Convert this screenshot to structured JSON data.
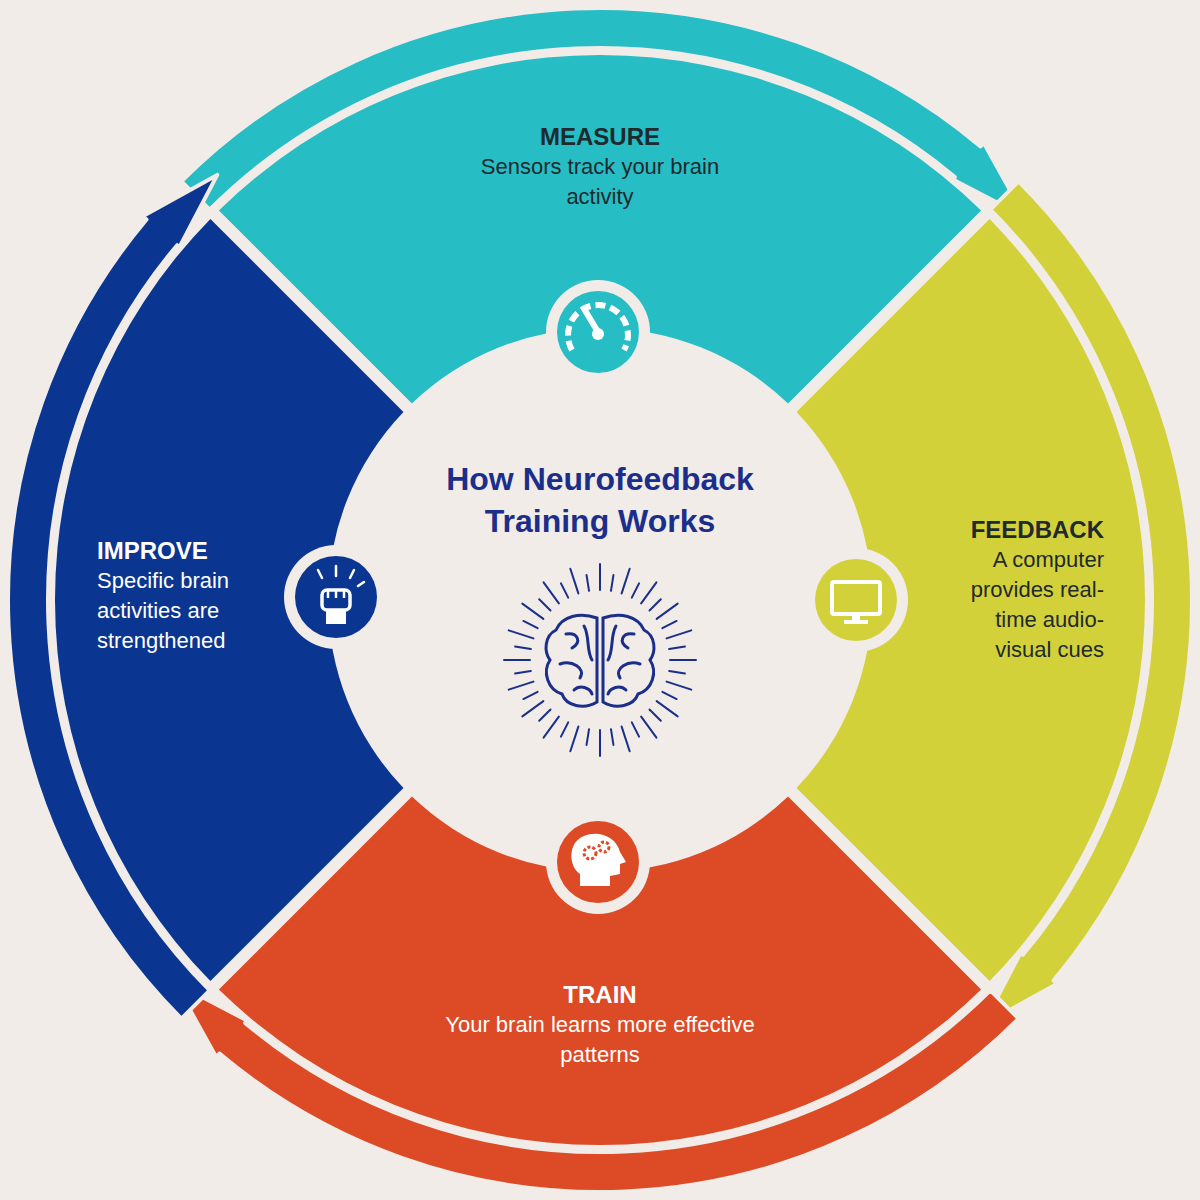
{
  "diagram": {
    "title": "How Neurofeedback Training Works",
    "nodes": [
      {
        "text": [
          "MEASURE",
          "Sensors track your brain activity"
        ]
      },
      {
        "text": [
          "FEEDBACK",
          "A computer provides real-time audio-visual cues"
        ]
      },
      {
        "text": [
          "TRAIN",
          "Your brain learns more effective patterns"
        ]
      },
      {
        "text": [
          "IMPROVE",
          "Specific brain activities are strengthened"
        ]
      }
    ],
    "edges": [
      {
        "from": 0,
        "to": 1,
        "arrow": "to"
      },
      {
        "from": 1,
        "to": 2,
        "arrow": "to"
      },
      {
        "from": 2,
        "to": 3,
        "arrow": "to"
      },
      {
        "from": 3,
        "to": 0,
        "arrow": "to"
      }
    ]
  }
}
